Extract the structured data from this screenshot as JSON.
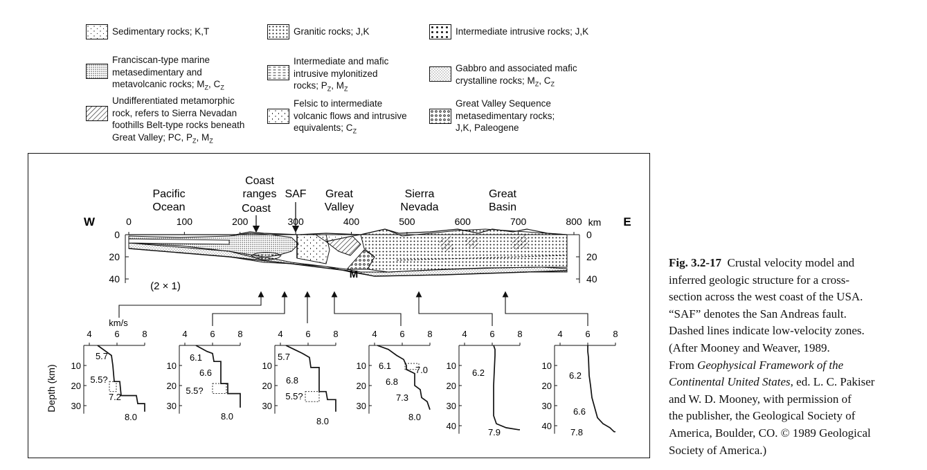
{
  "legend": [
    {
      "id": "sed",
      "lines": [
        "Sedimentary rocks; K,T"
      ],
      "pattern": "sparse"
    },
    {
      "id": "gra",
      "lines": [
        "Granitic rocks; J,K"
      ],
      "pattern": "dots"
    },
    {
      "id": "int",
      "lines": [
        "Intermediate intrusive rocks; J,K"
      ],
      "pattern": "bigdots"
    },
    {
      "id": "fra",
      "lines": [
        "Franciscan-type marine",
        "metasedimentary and",
        "metavolcanic rocks; MZ, CZ"
      ],
      "pattern": "dense"
    },
    {
      "id": "myl",
      "lines": [
        "Intermediate and mafic",
        "intrusive mylonitized",
        "rocks; PZ, MZ"
      ],
      "pattern": "dashes"
    },
    {
      "id": "gab",
      "lines": [
        "Gabbro and associated mafic",
        "crystalline rocks; MZ, CZ"
      ],
      "pattern": "fine"
    },
    {
      "id": "met",
      "lines": [
        "Undifferentiated metamorphic",
        "rock, refers to Sierra Nevadan",
        "foothills Belt-type rocks beneath",
        "Great Valley; PC, PZ, MZ"
      ],
      "pattern": "hatch"
    },
    {
      "id": "fel",
      "lines": [
        "Felsic to intermediate",
        "volcanic flows and intrusive",
        "equivalents; CZ"
      ],
      "pattern": "vticks"
    },
    {
      "id": "gvs",
      "lines": [
        "Great Valley Sequence",
        "metasedimentary rocks;",
        "J,K, Paleogene"
      ],
      "pattern": "circles"
    }
  ],
  "section": {
    "labels": [
      {
        "id": "pacific",
        "lines": [
          "Pacific",
          "Ocean"
        ]
      },
      {
        "id": "coast-ranges",
        "lines": [
          "Coast",
          "ranges"
        ]
      },
      {
        "id": "saf",
        "lines": [
          "SAF"
        ]
      },
      {
        "id": "great-valley",
        "lines": [
          "Great",
          "Valley"
        ]
      },
      {
        "id": "sierra",
        "lines": [
          "Sierra",
          "Nevada"
        ]
      },
      {
        "id": "great-basin",
        "lines": [
          "Great",
          "Basin"
        ]
      }
    ],
    "coast_label": "Coast",
    "west": "W",
    "east": "E",
    "km_unit": "km",
    "x_ticks": [
      "0",
      "100",
      "200",
      "300",
      "400",
      "500",
      "600",
      "700",
      "800"
    ],
    "depth_ticks": [
      "0",
      "20",
      "40"
    ],
    "moho": "M",
    "exaggeration": "(2 × 1)"
  },
  "profiles": {
    "x_unit": "km/s",
    "y_label": "Depth (km)",
    "x_ticks": [
      "4",
      "6",
      "8"
    ],
    "depth_ticks": [
      "10",
      "20",
      "30",
      "40"
    ],
    "items": [
      {
        "id": "p1",
        "labels": [
          "5.7",
          "5.5?",
          "7.2",
          "8.0"
        ],
        "curve": [
          [
            0,
            4.6
          ],
          [
            3,
            5.2
          ],
          [
            5,
            5.6
          ],
          [
            10,
            5.7
          ],
          [
            18,
            5.8
          ],
          [
            18,
            6.2
          ],
          [
            25,
            6.3
          ],
          [
            25,
            7.4
          ],
          [
            29,
            7.5
          ],
          [
            29,
            8.0
          ],
          [
            33,
            8.0
          ]
        ],
        "lvz": [
          [
            5.45,
            5.95,
            18,
            23
          ]
        ],
        "yticks": [
          10,
          20,
          30
        ]
      },
      {
        "id": "p2",
        "labels": [
          "6.1",
          "6.6",
          "5.5?",
          "8.0"
        ],
        "curve": [
          [
            0,
            4.8
          ],
          [
            3,
            5.6
          ],
          [
            4,
            6.0
          ],
          [
            8,
            6.1
          ],
          [
            8,
            6.6
          ],
          [
            19,
            6.6
          ],
          [
            19,
            7.1
          ],
          [
            24,
            7.1
          ],
          [
            24,
            8.0
          ],
          [
            31,
            8.0
          ]
        ],
        "lvz": [
          [
            6.0,
            7.0,
            19,
            24
          ]
        ],
        "yticks": [
          10,
          20,
          30
        ]
      },
      {
        "id": "p3",
        "labels": [
          "5.7",
          "6.8",
          "5.5?",
          "8.0"
        ],
        "curve": [
          [
            0,
            4.4
          ],
          [
            2,
            5.0
          ],
          [
            4,
            5.6
          ],
          [
            6,
            6.1
          ],
          [
            11,
            6.2
          ],
          [
            11,
            6.8
          ],
          [
            23,
            6.8
          ],
          [
            23,
            7.3
          ],
          [
            27,
            7.4
          ],
          [
            27,
            8.0
          ],
          [
            33,
            8.0
          ]
        ],
        "lvz": [
          [
            5.8,
            6.8,
            23,
            28
          ]
        ],
        "yticks": [
          10,
          20,
          30
        ]
      },
      {
        "id": "p4",
        "labels": [
          "6.1",
          "7.0",
          "6.8",
          "7.3",
          "8.0"
        ],
        "curve": [
          [
            0,
            4.2
          ],
          [
            2,
            5.0
          ],
          [
            5,
            5.6
          ],
          [
            7,
            6.1
          ],
          [
            10,
            6.3
          ],
          [
            12,
            6.3
          ],
          [
            14,
            6.9
          ],
          [
            20,
            6.9
          ],
          [
            22,
            7.3
          ],
          [
            26,
            7.4
          ],
          [
            28,
            7.8
          ],
          [
            32,
            8.0
          ]
        ],
        "lvz": [
          [
            6.2,
            7.2,
            9,
            12
          ]
        ],
        "yticks": [
          10,
          20,
          30
        ]
      },
      {
        "id": "p5",
        "labels": [
          "6.2",
          "7.9"
        ],
        "curve": [
          [
            0,
            6.1
          ],
          [
            2,
            6.2
          ],
          [
            5,
            6.2
          ],
          [
            20,
            6.1
          ],
          [
            35,
            6.1
          ],
          [
            39,
            6.3
          ],
          [
            41,
            7.0
          ],
          [
            42,
            7.9
          ],
          [
            42,
            8.0
          ]
        ],
        "lvz": [],
        "yticks": [
          10,
          20,
          30,
          40
        ]
      },
      {
        "id": "p6",
        "labels": [
          "6.2",
          "6.6",
          "7.8"
        ],
        "curve": [
          [
            0,
            6.0
          ],
          [
            3,
            6.0
          ],
          [
            6,
            6.05
          ],
          [
            15,
            6.1
          ],
          [
            20,
            6.2
          ],
          [
            26,
            6.3
          ],
          [
            31,
            6.5
          ],
          [
            36,
            6.7
          ],
          [
            39,
            7.1
          ],
          [
            41,
            7.6
          ],
          [
            43,
            7.9
          ],
          [
            43,
            8.0
          ]
        ],
        "lvz": [],
        "yticks": [
          10,
          20,
          30,
          40
        ]
      }
    ]
  },
  "caption": {
    "fig_number": "Fig. 3.2-17",
    "line1": "Crustal velocity model and",
    "line2": "inferred geologic structure for a cross-",
    "line3": "section across the west coast of the USA.",
    "line4": "“SAF” denotes the San Andreas fault.",
    "line5": "Dashed lines indicate low-velocity zones.",
    "line6": "(After Mooney and Weaver, 1989.",
    "line7_pre": "From ",
    "line7_em": "Geophysical Framework of the",
    "line8_em": "Continental United States",
    "line8_post": ", ed. L. C. Pakiser",
    "line9": "and W. D. Mooney, with permission of",
    "line10": "the publisher, the Geological Society of",
    "line11": "America, Boulder, CO. © 1989 Geological",
    "line12": "Society of America.)"
  }
}
